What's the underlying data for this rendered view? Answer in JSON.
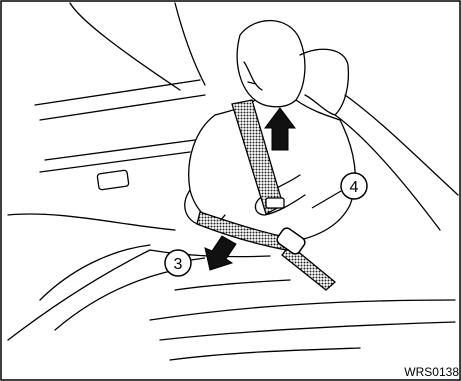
{
  "callouts": {
    "step3": "3",
    "step4": "4"
  },
  "reference_code": "WRS0138",
  "colors": {
    "line": "#000000",
    "background": "#ffffff",
    "belt_fill": "#4a4a4a"
  }
}
